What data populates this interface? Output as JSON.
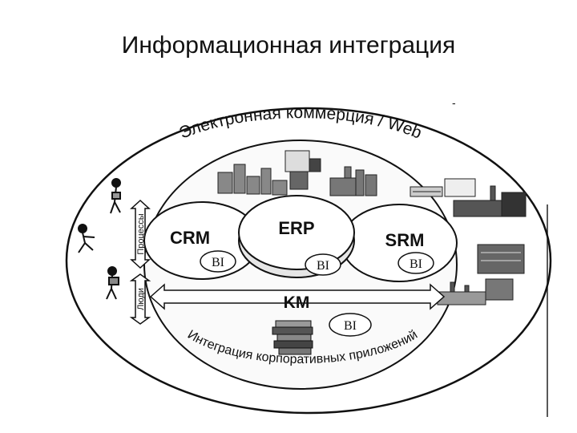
{
  "slide": {
    "title": "Информационная интеграция"
  },
  "diagram": {
    "outer_arc_text": "Электронная коммерция / Web",
    "inner_arc_text": "Интеграция корпоративных приложений",
    "side_labels": {
      "processes": "Процессы",
      "people": "Люди"
    },
    "modules": {
      "crm": "CRM",
      "erp": "ERP",
      "srm": "SRM",
      "km": "KM"
    },
    "bi_label": "BI",
    "mark": "-"
  }
}
